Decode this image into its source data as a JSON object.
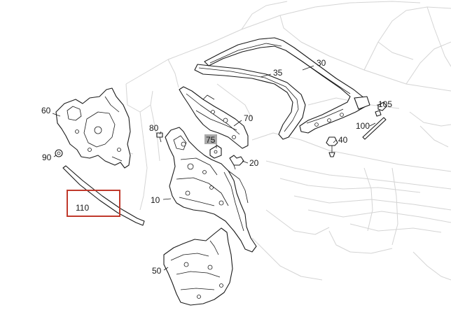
{
  "diagram": {
    "callouts": [
      {
        "id": "p30",
        "label": "30",
        "highlighted": false,
        "boxed": false
      },
      {
        "id": "p35",
        "label": "35",
        "highlighted": false,
        "boxed": false
      },
      {
        "id": "p60",
        "label": "60",
        "highlighted": false,
        "boxed": false
      },
      {
        "id": "p70",
        "label": "70",
        "highlighted": false,
        "boxed": false
      },
      {
        "id": "p75",
        "label": "75",
        "highlighted": true,
        "boxed": false
      },
      {
        "id": "p80",
        "label": "80",
        "highlighted": false,
        "boxed": false
      },
      {
        "id": "p90",
        "label": "90",
        "highlighted": false,
        "boxed": false
      },
      {
        "id": "p100",
        "label": "100",
        "highlighted": false,
        "boxed": false
      },
      {
        "id": "p105",
        "label": "105",
        "highlighted": false,
        "boxed": false
      },
      {
        "id": "p40",
        "label": "40",
        "highlighted": false,
        "boxed": false
      },
      {
        "id": "p20",
        "label": "20",
        "highlighted": false,
        "boxed": false
      },
      {
        "id": "p10",
        "label": "10",
        "highlighted": false,
        "boxed": false
      },
      {
        "id": "p110",
        "label": "110",
        "highlighted": false,
        "boxed": true
      },
      {
        "id": "p50",
        "label": "50",
        "highlighted": false,
        "boxed": false
      }
    ],
    "colors": {
      "highlight_box": "#c0392b",
      "highlight_fill": "#a9a9a9",
      "ghost_outline": "#d4d4d4",
      "part_outline": "#1a1a1a"
    }
  }
}
